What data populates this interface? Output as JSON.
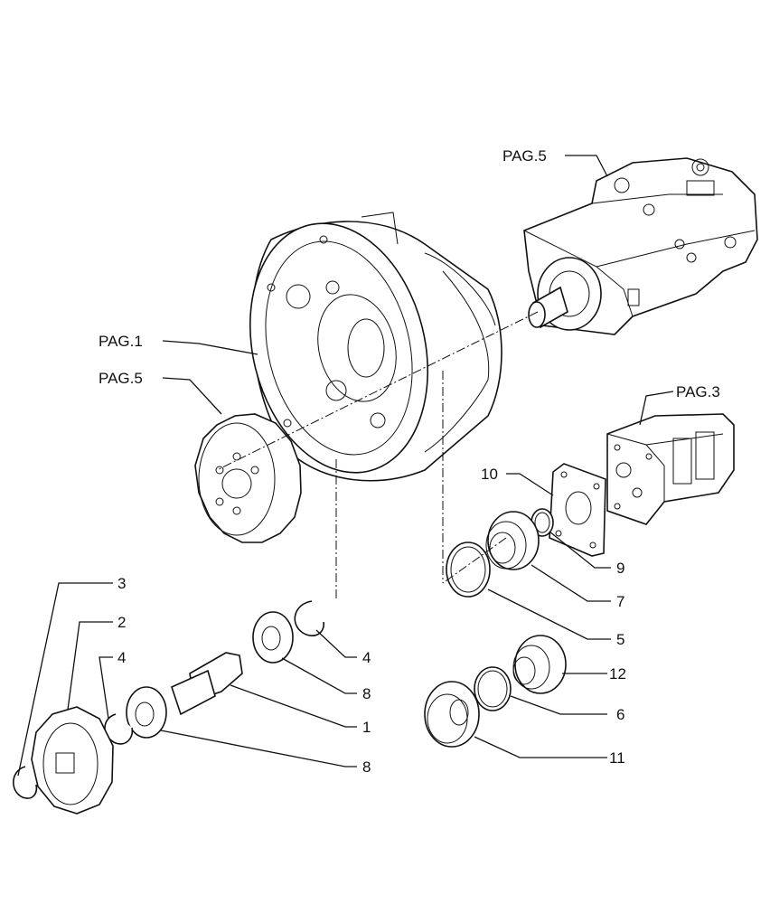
{
  "labels": {
    "pag5_top": "PAG.5",
    "pag1": "PAG.1",
    "pag5_left": "PAG.5",
    "pag3": "PAG.3",
    "n10": "10",
    "n9": "9",
    "n7": "7",
    "n5": "5",
    "n12": "12",
    "n6": "6",
    "n11": "11",
    "n3": "3",
    "n2": "2",
    "n4_left": "4",
    "n4_right": "4",
    "n8_top": "8",
    "n1": "1",
    "n8_bottom": "8"
  }
}
